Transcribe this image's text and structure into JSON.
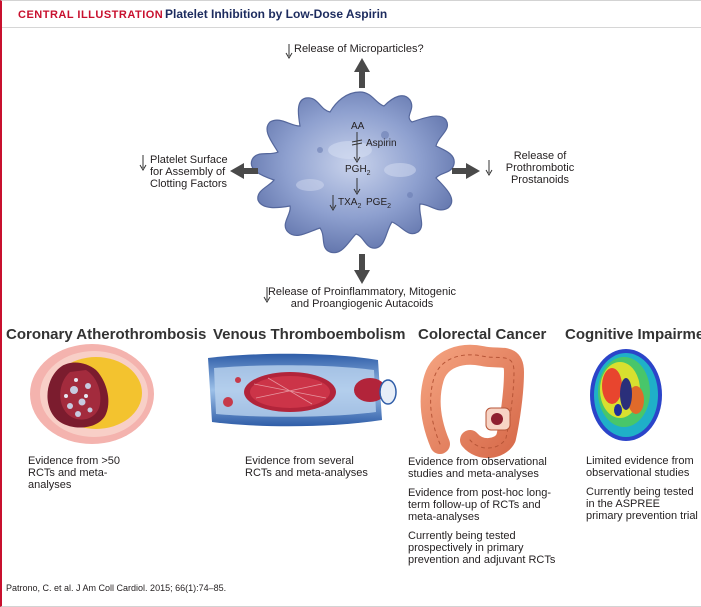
{
  "header": {
    "label": "CENTRAL ILLUSTRATION",
    "title": "Platelet Inhibition by Low-Dose Aspirin"
  },
  "platelet": {
    "top_label": "Release of Microparticles?",
    "left_label": [
      "Platelet Surface",
      "for Assembly of",
      "Clotting Factors"
    ],
    "right_label": [
      "Release of",
      "Prothrombotic",
      "Prostanoids"
    ],
    "bottom_label": [
      "Release of Proinflammatory, Mitogenic",
      "and Proangiogenic Autacoids"
    ],
    "aa": "AA",
    "aspirin": "Aspirin",
    "pgh": "PGH",
    "pgh_sub": "2",
    "txa": "TXA",
    "txa_sub": "2",
    "pge": "PGE",
    "pge_sub": "2"
  },
  "sections": [
    {
      "title": "Coronary Atherothrombosis",
      "evidence": [
        "Evidence from >50 RCTs and meta-analyses"
      ]
    },
    {
      "title": "Venous Thromboembolism",
      "evidence": [
        "Evidence from several RCTs and meta-analyses"
      ]
    },
    {
      "title": "Colorectal Cancer",
      "evidence": [
        "Evidence from observational studies  and  meta-analyses",
        "Evidence from post-hoc long-term follow-up of RCTs and meta-analyses",
        "Currently being tested prospectively in primary prevention and adjuvant RCTs"
      ]
    },
    {
      "title": "Cognitive Impairment",
      "evidence": [
        "Limited evidence from observational studies",
        "Currently being tested in the ASPREE primary prevention trial"
      ]
    }
  ],
  "citation": "Patrono, C. et al. J Am Coll Cardiol. 2015; 66(1):74–85.",
  "colors": {
    "accent_red": "#c8102e",
    "title_navy": "#1c2b5e",
    "platelet_blue": "#7f93c4",
    "arrow_gray": "#4a4a4a"
  }
}
